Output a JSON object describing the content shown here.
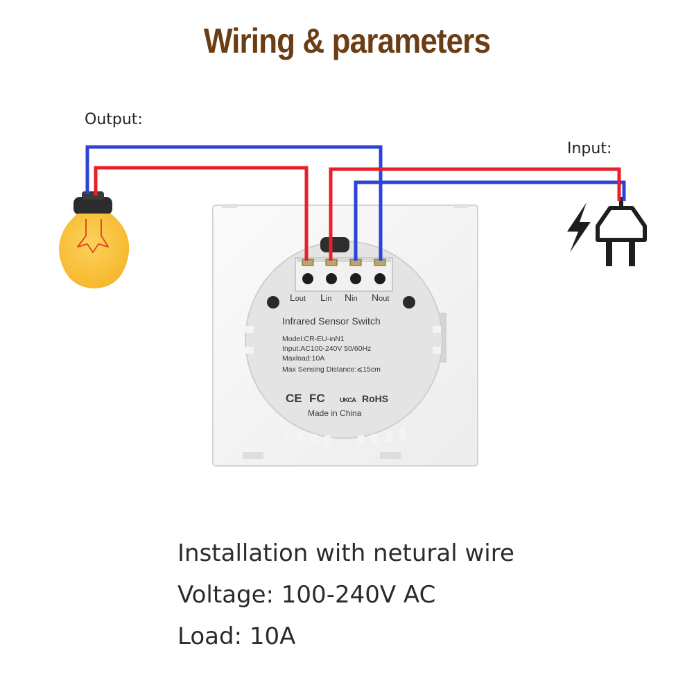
{
  "title": "Wiring & parameters",
  "colors": {
    "title": "#6b3d14",
    "live_wire": "#e8202a",
    "neutral_wire": "#2d43d6",
    "bulb": "#f8c23c"
  },
  "labels": {
    "output": "Output:",
    "input": "Input:"
  },
  "terminals": [
    {
      "main": "L",
      "sub": "out"
    },
    {
      "main": "L",
      "sub": "in"
    },
    {
      "main": "N",
      "sub": "in"
    },
    {
      "main": "N",
      "sub": "out"
    }
  ],
  "device": {
    "name": "Infrared Sensor Switch",
    "specs": [
      "Model:CR-EU-inN1",
      "Input:AC100-240V 50/60Hz",
      "Maxload:10A",
      "Max Sensing Distance:⩽15cm"
    ],
    "certifications": [
      "CE",
      "FC",
      "UKCA",
      "RoHS"
    ],
    "origin": "Made in China"
  },
  "info": [
    "Installation with netural wire",
    "Voltage: 100-240V AC",
    "Load: 10A"
  ]
}
